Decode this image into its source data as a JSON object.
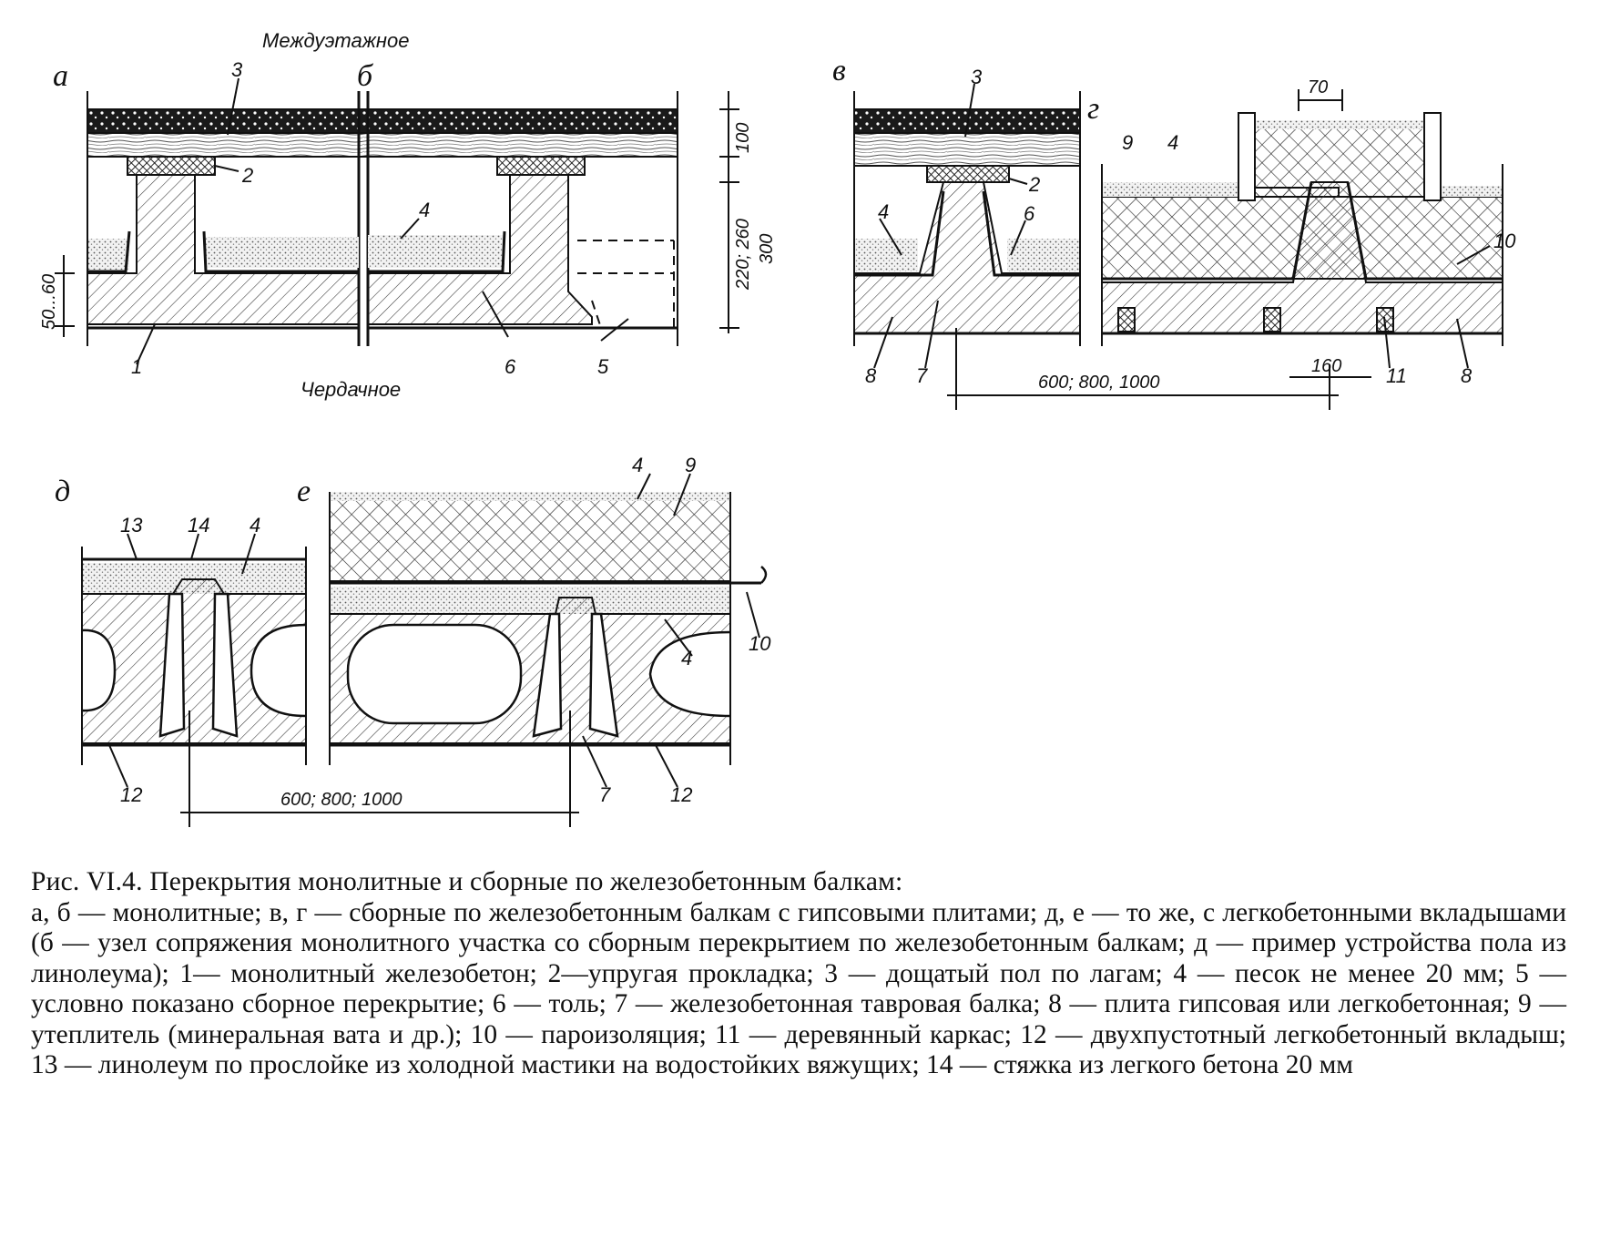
{
  "figure": {
    "top_label": "Междуэтажное",
    "bottom_label": "Чердачное",
    "subfigures": [
      "а",
      "б",
      "в",
      "г",
      "д",
      "е"
    ],
    "callouts_top": [
      "1",
      "2",
      "3",
      "4",
      "5",
      "6",
      "7",
      "8",
      "9",
      "10",
      "11",
      "12",
      "13",
      "14"
    ],
    "dimensions": {
      "d100": "100",
      "d220": "220; 260",
      "d300": "300",
      "d50": "50...60",
      "d70": "70",
      "d160": "160",
      "span_v": "600; 800, 1000",
      "span_d": "600; 800; 1000"
    },
    "callout_labels": {
      "a1": "1",
      "a2": "2",
      "a3": "3",
      "a4": "4",
      "a5": "5",
      "a6": "6",
      "v2": "2",
      "v3": "3",
      "v4": "4",
      "v6": "6",
      "v7": "7",
      "v8": "8",
      "g4": "4",
      "g9": "9",
      "g10": "10",
      "g11": "11",
      "g8": "8",
      "d13": "13",
      "d14": "14",
      "d4": "4",
      "d12": "12",
      "e4a": "4",
      "e9": "9",
      "e10": "10",
      "e4b": "4",
      "e7": "7",
      "e12": "12"
    }
  },
  "caption": {
    "title": "Рис. VI.4. Перекрытия монолитные и сборные по железобетонным балкам:",
    "body": "а, б — монолитные; в, г — сборные по железобетонным балкам с гипсовыми плитами; д, е — то же, с легкобетонными вкладышами (б — узел сопряжения монолитного участка со сборным перекрытием по железобетонным балкам; д — пример устройства пола из линолеума); 1— монолитный железобетон; 2—упругая прокладка; 3 — дощатый пол по лагам; 4 — песок не менее 20 мм; 5 — условно показано сборное перекрытие; 6 — толь; 7 — железобетонная тавровая балка; 8 — плита гипсовая или легкобетонная; 9 — утеплитель (минеральная вата и др.); 10 — пароизоляция; 11 — деревянный каркас; 12 — двухпустотный легкобетонный вкладыш; 13 — линолеум по прослойке из холодной мастики на водостойких вяжущих; 14 — стяжка из легкого бетона 20 мм"
  },
  "colors": {
    "ink": "#111111",
    "paper": "#ffffff",
    "sand": "#bdbdbd"
  }
}
